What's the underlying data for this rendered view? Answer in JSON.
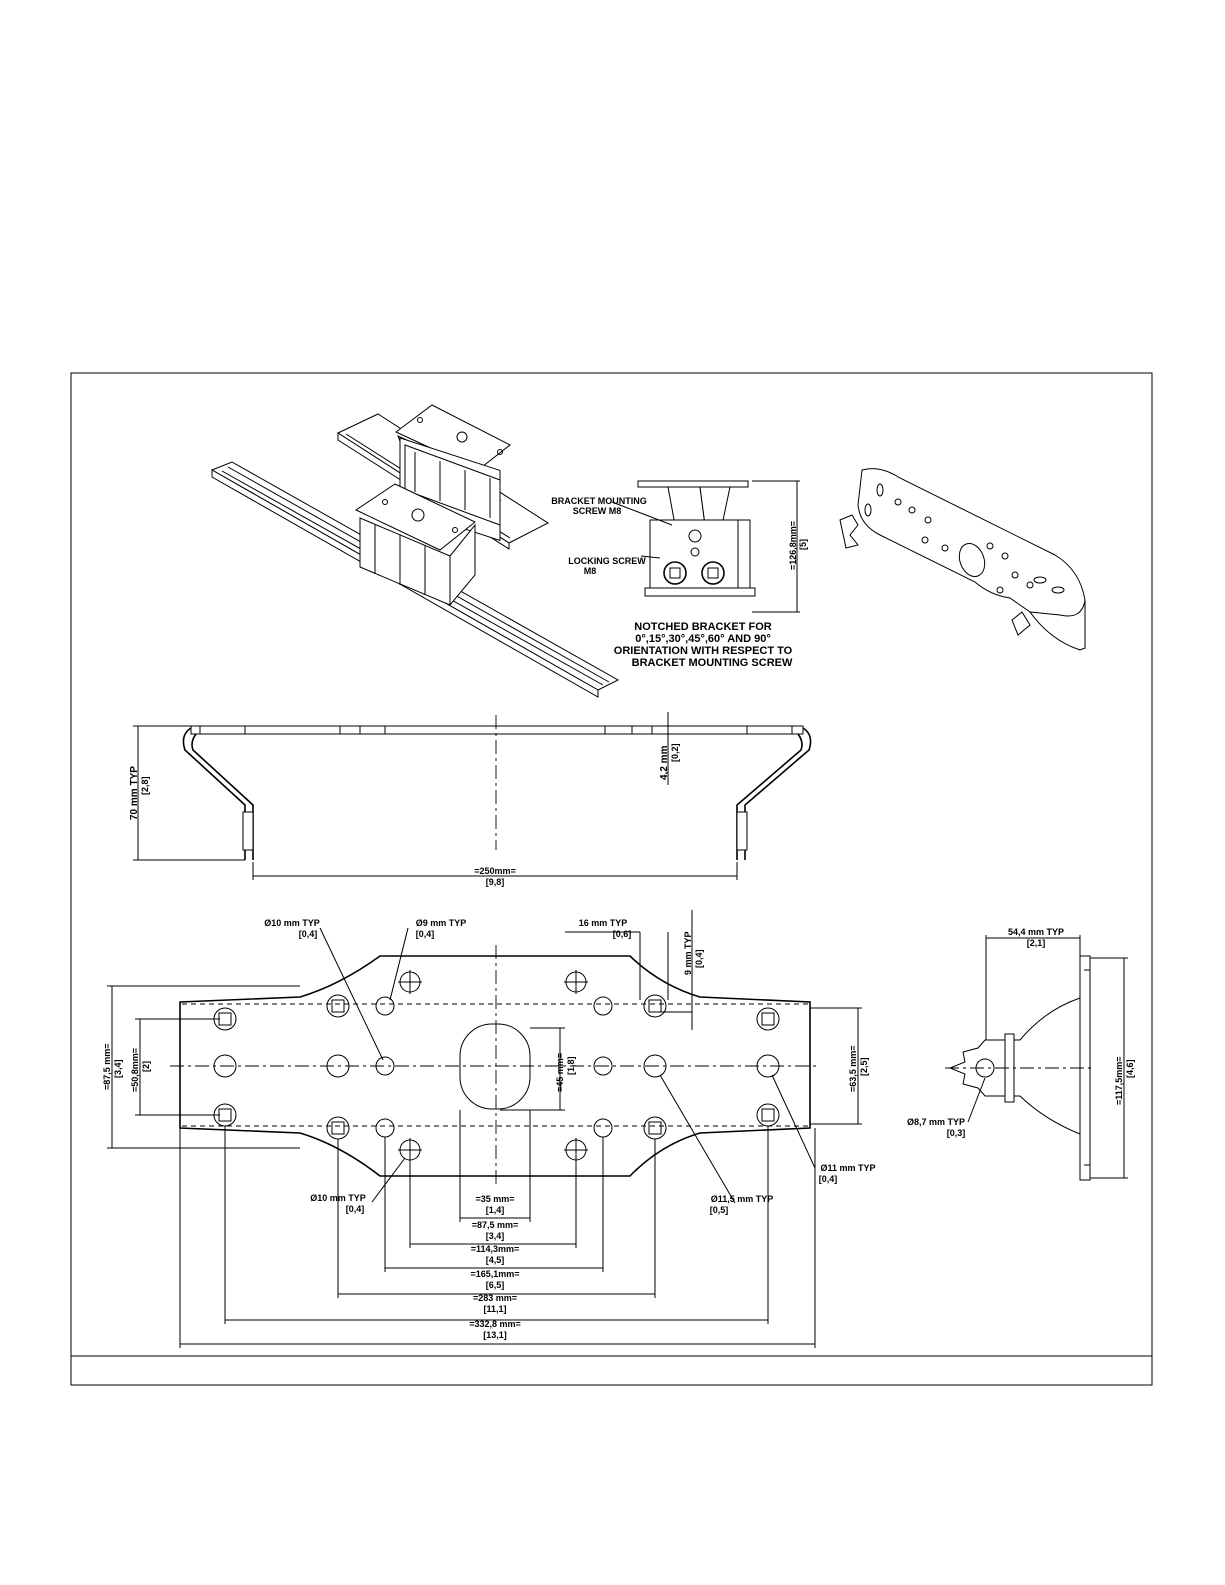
{
  "callouts": {
    "bracket_screw_l1": "BRACKET MOUNTING",
    "bracket_screw_l2": "SCREW M8",
    "locking_screw_l1": "LOCKING SCREW",
    "locking_screw_l2": "M8",
    "notch_l1": "NOTCHED BRACKET FOR",
    "notch_l2": "0°,15°,30°,45°,60° AND 90°",
    "notch_l3": "ORIENTATION WITH RESPECT TO",
    "notch_l4": "BRACKET MOUNTING SCREW"
  },
  "dimensions": {
    "height_126": "=126,8mm=",
    "height_126_in": "[5]",
    "side_70": "70   mm TYP",
    "side_70_in": "[2,8]",
    "thick_42": "4,2   mm",
    "thick_42_in": "[0,2]",
    "width_250": "=250mm=",
    "width_250_in": "[9,8]",
    "d10_top": "Ø10 mm TYP",
    "d10_top_in": "[0,4]",
    "d9": "Ø9 mm TYP",
    "d9_in": "[0,4]",
    "w16": "16     mm TYP",
    "w16_in": "[0,6]",
    "v9": "9     mm TYP",
    "v9_in": "[0,4]",
    "h875": "=87,5 mm=",
    "h875_in": "[3,4]",
    "h508": "=50,8mm=",
    "h508_in": "[2]",
    "slot45": "=45    mm=",
    "slot45_in": "[1,8]",
    "h635": "=63,5 mm=",
    "h635_in": "[2,5]",
    "d10_bot": "Ø10 mm TYP",
    "d10_bot_in": "[0,4]",
    "w35": "=35     mm=",
    "w35_in": "[1,4]",
    "w875": "=87,5 mm=",
    "w875_in": "[3,4]",
    "w1143": "=114,3mm=",
    "w1143_in": "[4,5]",
    "w1651": "=165,1mm=",
    "w1651_in": "[6,5]",
    "w283": "=283     mm=",
    "w283_in": "[11,1]",
    "w3328": "=332,8 mm=",
    "w3328_in": "[13,1]",
    "d115": "Ø11,5 mm TYP",
    "d115_in": "[0,5]",
    "d11": "Ø11 mm TYP",
    "d11_in": "[0,4]",
    "w544": "54,4 mm TYP",
    "w544_in": "[2,1]",
    "h1175": "=117,5mm=",
    "h1175_in": "[4,6]",
    "d87": "Ø8,7 mm TYP",
    "d87_in": "[0,3]"
  }
}
